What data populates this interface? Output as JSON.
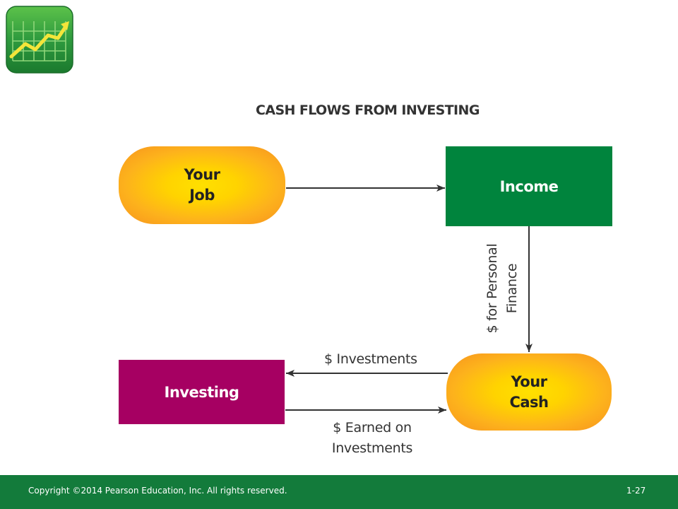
{
  "logo": {
    "icon": "growth-chart-icon",
    "colors": {
      "background": "#2e9a3e",
      "grid": "#8fd67a",
      "arrow": "#f4e53a"
    }
  },
  "diagram": {
    "title": "CASH FLOWS FROM INVESTING",
    "nodes": {
      "job": {
        "line1": "Your",
        "line2": "Job"
      },
      "income": {
        "label": "Income"
      },
      "cash": {
        "line1": "Your",
        "line2": "Cash"
      },
      "investing": {
        "label": "Investing"
      }
    },
    "edges": {
      "personal_finance": {
        "line1": "$ for Personal",
        "line2": "Finance"
      },
      "investments": {
        "label": "$ Investments"
      },
      "earned": {
        "line1": "$ Earned on",
        "line2": "Investments"
      }
    },
    "colors": {
      "income": "#00843d",
      "investing": "#a60062",
      "pill": "#fdb21c"
    }
  },
  "footer": {
    "copyright": "Copyright ©2014 Pearson Education, Inc. All rights reserved.",
    "page": "1-27",
    "color": "#137b3b"
  }
}
